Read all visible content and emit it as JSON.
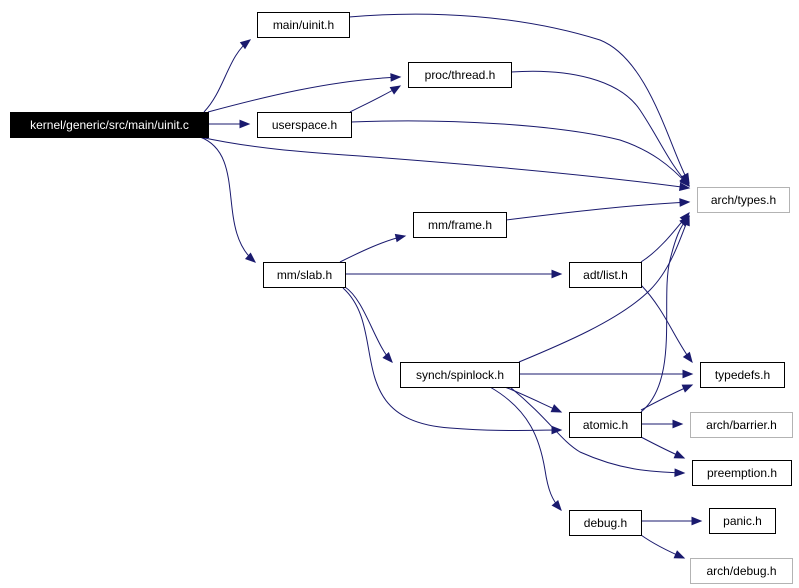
{
  "colors": {
    "edge": "#1a1a6e",
    "root_fill": "#000000",
    "root_text": "#ffffff",
    "node_border": "#000000",
    "node_border_missing": "#b3b3b3",
    "node_text": "#000000"
  },
  "nodes": [
    {
      "id": "root",
      "label": "kernel/generic/src/main/uinit.c",
      "style": "root"
    },
    {
      "id": "main_uinit",
      "label": "main/uinit.h",
      "style": "normal"
    },
    {
      "id": "proc_thread",
      "label": "proc/thread.h",
      "style": "normal"
    },
    {
      "id": "userspace",
      "label": "userspace.h",
      "style": "normal"
    },
    {
      "id": "arch_types",
      "label": "arch/types.h",
      "style": "missing"
    },
    {
      "id": "mm_frame",
      "label": "mm/frame.h",
      "style": "normal"
    },
    {
      "id": "mm_slab",
      "label": "mm/slab.h",
      "style": "normal"
    },
    {
      "id": "adt_list",
      "label": "adt/list.h",
      "style": "normal"
    },
    {
      "id": "typedefs",
      "label": "typedefs.h",
      "style": "normal"
    },
    {
      "id": "synch_spinlock",
      "label": "synch/spinlock.h",
      "style": "normal"
    },
    {
      "id": "atomic",
      "label": "atomic.h",
      "style": "normal"
    },
    {
      "id": "arch_barrier",
      "label": "arch/barrier.h",
      "style": "missing"
    },
    {
      "id": "preemption",
      "label": "preemption.h",
      "style": "normal"
    },
    {
      "id": "debug",
      "label": "debug.h",
      "style": "normal"
    },
    {
      "id": "panic",
      "label": "panic.h",
      "style": "normal"
    },
    {
      "id": "arch_debug",
      "label": "arch/debug.h",
      "style": "missing"
    }
  ],
  "edges": [
    {
      "from": "root",
      "to": "main_uinit"
    },
    {
      "from": "root",
      "to": "proc_thread"
    },
    {
      "from": "root",
      "to": "userspace"
    },
    {
      "from": "root",
      "to": "arch_types"
    },
    {
      "from": "root",
      "to": "mm_slab"
    },
    {
      "from": "main_uinit",
      "to": "arch_types"
    },
    {
      "from": "proc_thread",
      "to": "arch_types"
    },
    {
      "from": "userspace",
      "to": "proc_thread"
    },
    {
      "from": "userspace",
      "to": "arch_types"
    },
    {
      "from": "mm_slab",
      "to": "mm_frame"
    },
    {
      "from": "mm_slab",
      "to": "adt_list"
    },
    {
      "from": "mm_slab",
      "to": "synch_spinlock"
    },
    {
      "from": "mm_slab",
      "to": "atomic"
    },
    {
      "from": "mm_frame",
      "to": "arch_types"
    },
    {
      "from": "adt_list",
      "to": "arch_types"
    },
    {
      "from": "adt_list",
      "to": "typedefs"
    },
    {
      "from": "synch_spinlock",
      "to": "arch_types"
    },
    {
      "from": "synch_spinlock",
      "to": "typedefs"
    },
    {
      "from": "synch_spinlock",
      "to": "atomic"
    },
    {
      "from": "synch_spinlock",
      "to": "preemption"
    },
    {
      "from": "synch_spinlock",
      "to": "debug"
    },
    {
      "from": "atomic",
      "to": "arch_types"
    },
    {
      "from": "atomic",
      "to": "typedefs"
    },
    {
      "from": "atomic",
      "to": "arch_barrier"
    },
    {
      "from": "atomic",
      "to": "preemption"
    },
    {
      "from": "debug",
      "to": "panic"
    },
    {
      "from": "debug",
      "to": "arch_debug"
    }
  ]
}
